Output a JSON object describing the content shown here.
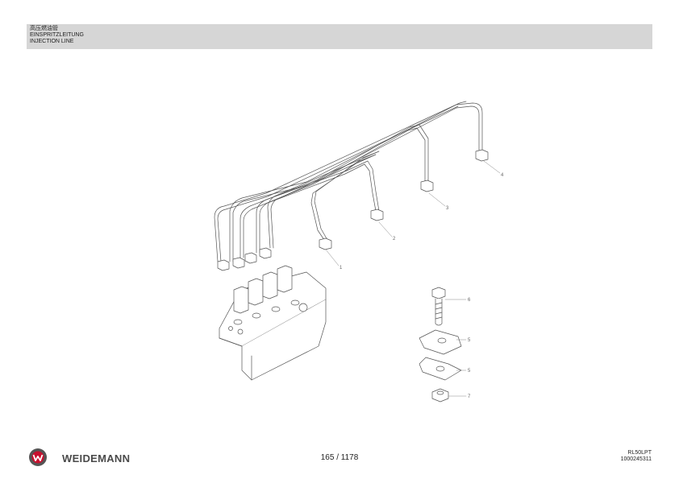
{
  "header": {
    "title_zh": "高压燃油管",
    "title_de": "EINSPRITZLEITUNG",
    "title_en": "INJECTION LINE"
  },
  "callouts": [
    "1",
    "2",
    "3",
    "4",
    "5",
    "5",
    "6",
    "7"
  ],
  "footer": {
    "brand": "WEIDEMANN",
    "page": "165 / 1178",
    "model": "RL50LPT",
    "doc_number": "1000245311"
  },
  "colors": {
    "header_bg": "#d6d6d6",
    "logo_red": "#c8102e",
    "brand_gray": "#4a4a4a"
  }
}
